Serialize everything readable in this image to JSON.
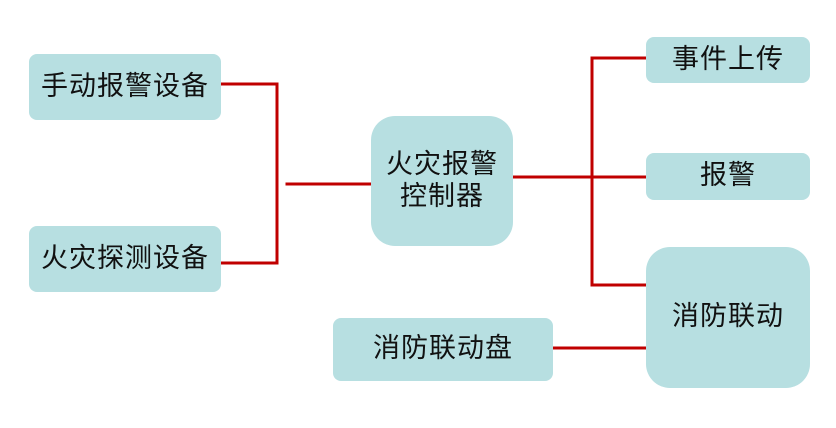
{
  "diagram": {
    "nodes": {
      "manual_alarm_device": "手动报警设备",
      "fire_detector": "火灾探测设备",
      "fire_alarm_controller": "火灾报警控制器",
      "event_upload": "事件上传",
      "alarm": "报警",
      "fire_linkage": "消防联动",
      "fire_linkage_panel": "消防联动盘"
    },
    "colors": {
      "node_fill": "#b7dfe1",
      "connector": "#c00000",
      "text": "#111111"
    }
  }
}
